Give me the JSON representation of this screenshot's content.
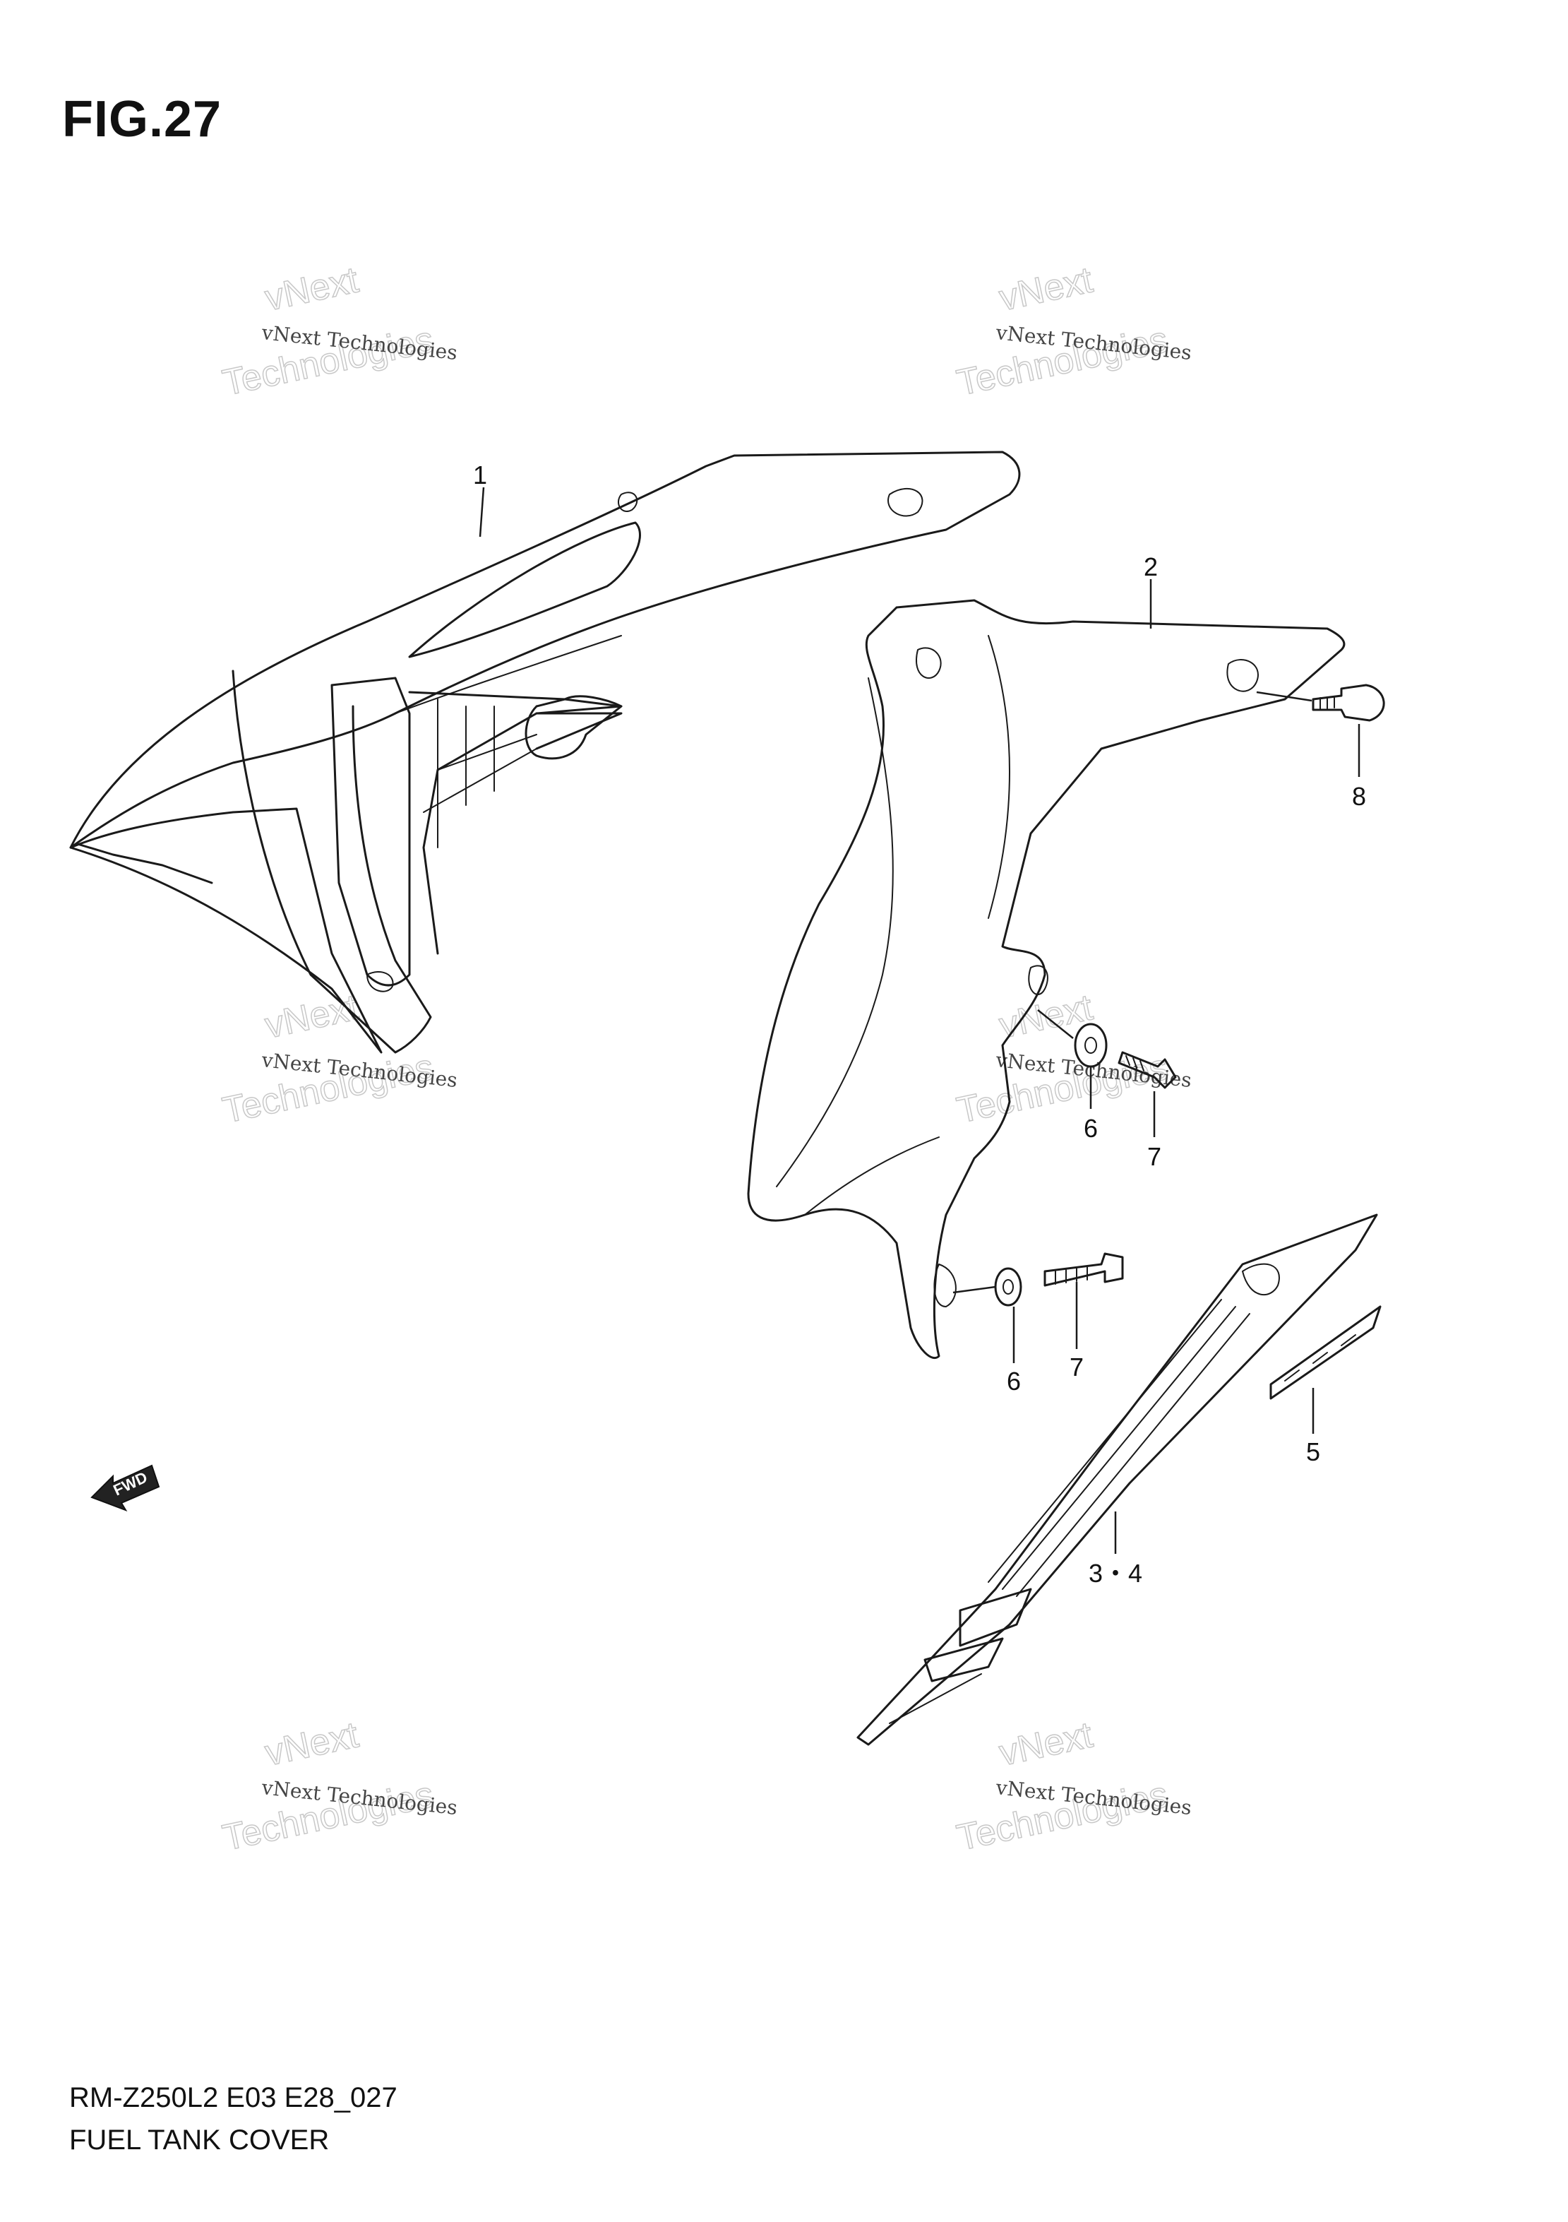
{
  "figure": {
    "title": "FIG.27"
  },
  "footer": {
    "model_code": "RM-Z250L2 E03 E28_027",
    "section_name": "FUEL TANK COVER"
  },
  "callouts": {
    "c1": "1",
    "c2": "2",
    "c6a": "6",
    "c7a": "7",
    "c6b": "6",
    "c7b": "7",
    "c8": "8",
    "c5": "5",
    "c34": "3・4"
  },
  "direction_arrow": {
    "label": "FWD"
  },
  "watermark": {
    "line1": "vNext Technologies",
    "line2_a": "vNext",
    "line2_b": "Technologies"
  }
}
